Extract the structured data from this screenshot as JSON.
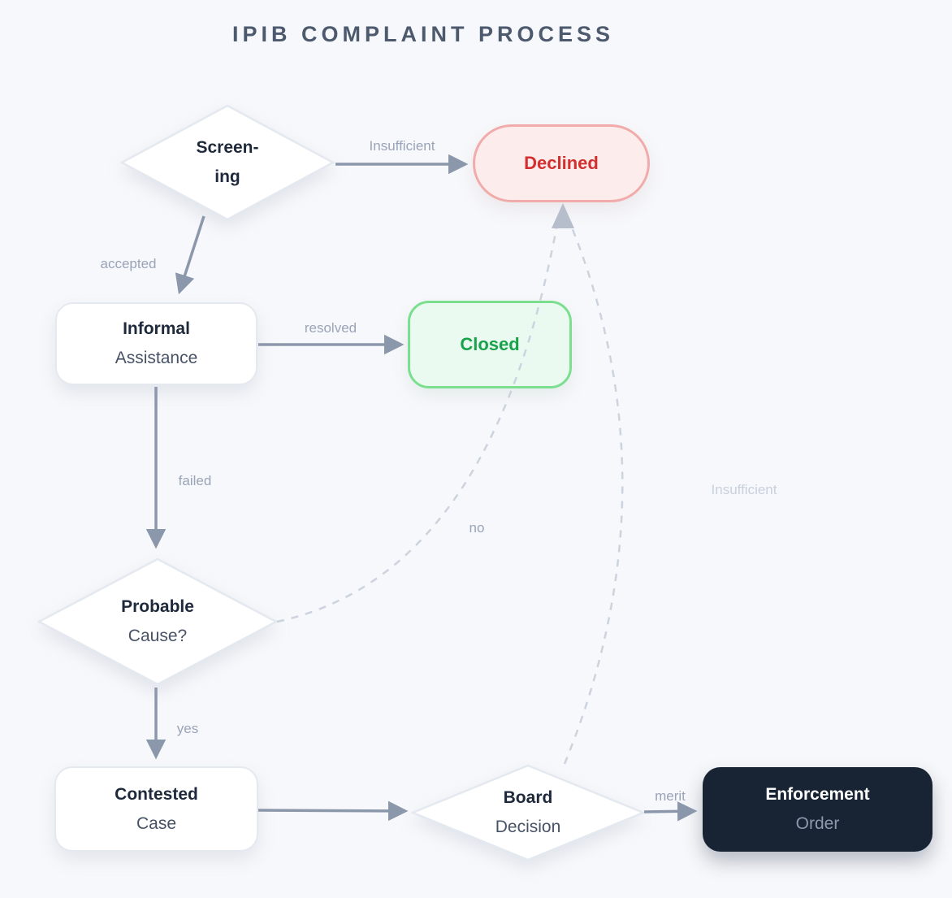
{
  "title": "IPIB COMPLAINT PROCESS",
  "nodes": {
    "screening": {
      "line1": "Screen-",
      "line2": "ing",
      "shape": "diamond"
    },
    "declined": {
      "label": "Declined",
      "shape": "pill"
    },
    "informal": {
      "line1": "Informal",
      "line2": "Assistance",
      "shape": "rect"
    },
    "closed": {
      "label": "Closed",
      "shape": "rect"
    },
    "probable": {
      "line1": "Probable",
      "line2": "Cause?",
      "shape": "diamond"
    },
    "contested": {
      "line1": "Contested",
      "line2": "Case",
      "shape": "rect"
    },
    "board": {
      "line1": "Board",
      "line2": "Decision",
      "shape": "diamond"
    },
    "enforcement": {
      "line1": "Enforcement",
      "line2": "Order",
      "shape": "rect"
    }
  },
  "edges": {
    "screening_declined": {
      "label": "Insufficient",
      "from": "screening",
      "to": "declined",
      "style": "solid"
    },
    "screening_informal": {
      "label": "accepted",
      "from": "screening",
      "to": "informal",
      "style": "solid"
    },
    "informal_closed": {
      "label": "resolved",
      "from": "informal",
      "to": "closed",
      "style": "solid"
    },
    "informal_probable": {
      "label": "failed",
      "from": "informal",
      "to": "probable",
      "style": "solid"
    },
    "probable_declined": {
      "label": "no",
      "from": "probable",
      "to": "declined",
      "style": "dashed"
    },
    "probable_contested": {
      "label": "yes",
      "from": "probable",
      "to": "contested",
      "style": "solid"
    },
    "contested_board": {
      "label": "",
      "from": "contested",
      "to": "board",
      "style": "solid"
    },
    "board_enforcement": {
      "label": "merit",
      "from": "board",
      "to": "enforcement",
      "style": "solid"
    },
    "board_declined": {
      "label": "Insufficient",
      "from": "board",
      "to": "declined",
      "style": "dashed"
    }
  },
  "colors": {
    "background": "#f7f8fb",
    "title": "#4d5a6e",
    "arrow": "#8b97ab",
    "dashed": "#ccd3de",
    "dashed_arrow": "#b6bdcb",
    "label": "#99a4b7",
    "label_faint": "#c9d0dd",
    "node_bg": "#ffffff",
    "node_border": "#e4e9f0",
    "node_text": "#1e293b",
    "node_subtext": "#475266",
    "declined_bg": "#fdecec",
    "declined_border": "#f2abab",
    "declined_text": "#d32f2f",
    "closed_bg": "#eafaf0",
    "closed_border": "#7cdf90",
    "closed_text": "#18a34a",
    "enforcement_bg": "#182434",
    "enforcement_text": "#ffffff",
    "enforcement_subtext": "#8e99ab"
  }
}
